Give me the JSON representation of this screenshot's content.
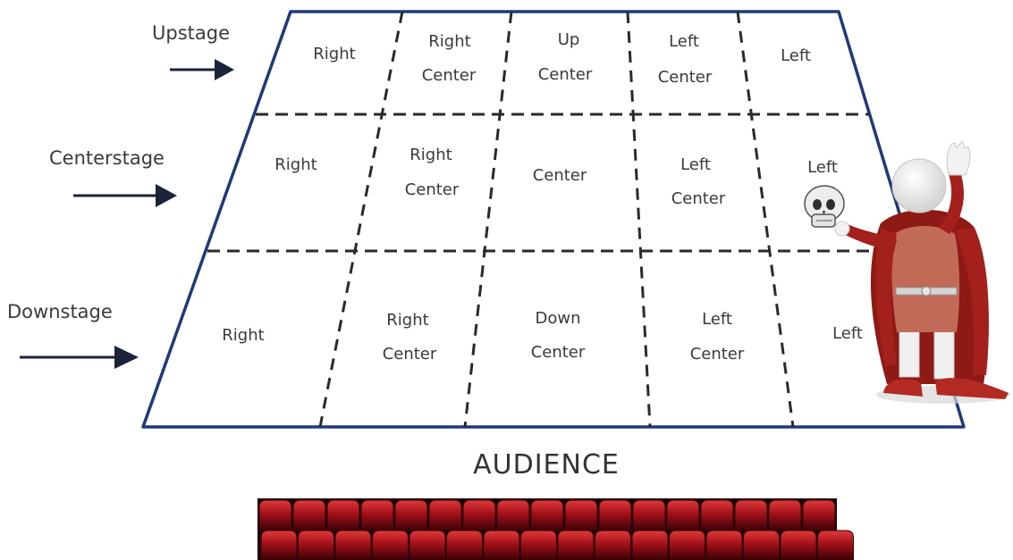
{
  "rows": [
    {
      "label": "Upstage",
      "cells": [
        [
          "Right"
        ],
        [
          "Right",
          "Center"
        ],
        [
          "Up",
          "Center"
        ],
        [
          "Left",
          "Center"
        ],
        [
          "Left"
        ]
      ]
    },
    {
      "label": "Centerstage",
      "cells": [
        [
          "Right"
        ],
        [
          "Right",
          "Center"
        ],
        [
          "Center"
        ],
        [
          "Left",
          "Center"
        ],
        [
          "Left"
        ]
      ]
    },
    {
      "label": "Downstage",
      "cells": [
        [
          "Right"
        ],
        [
          "Right",
          "Center"
        ],
        [
          "Down",
          "Center"
        ],
        [
          "Left",
          "Center"
        ],
        [
          "Left"
        ]
      ]
    }
  ],
  "audience_label": "AUDIENCE",
  "colors": {
    "stage_outline": "#1f3a78",
    "grid_dash": "#2a2a2a",
    "arrow": "#1a2338",
    "seat_red": "#b0141a",
    "seat_dark": "#2a0003",
    "robe_red": "#a3201c",
    "tunic": "#c26a58",
    "figure_white": "#f2f2f2"
  },
  "icons": [
    "arrow-right-icon",
    "actor-figure-icon",
    "skull-icon",
    "theater-seats-icon"
  ]
}
